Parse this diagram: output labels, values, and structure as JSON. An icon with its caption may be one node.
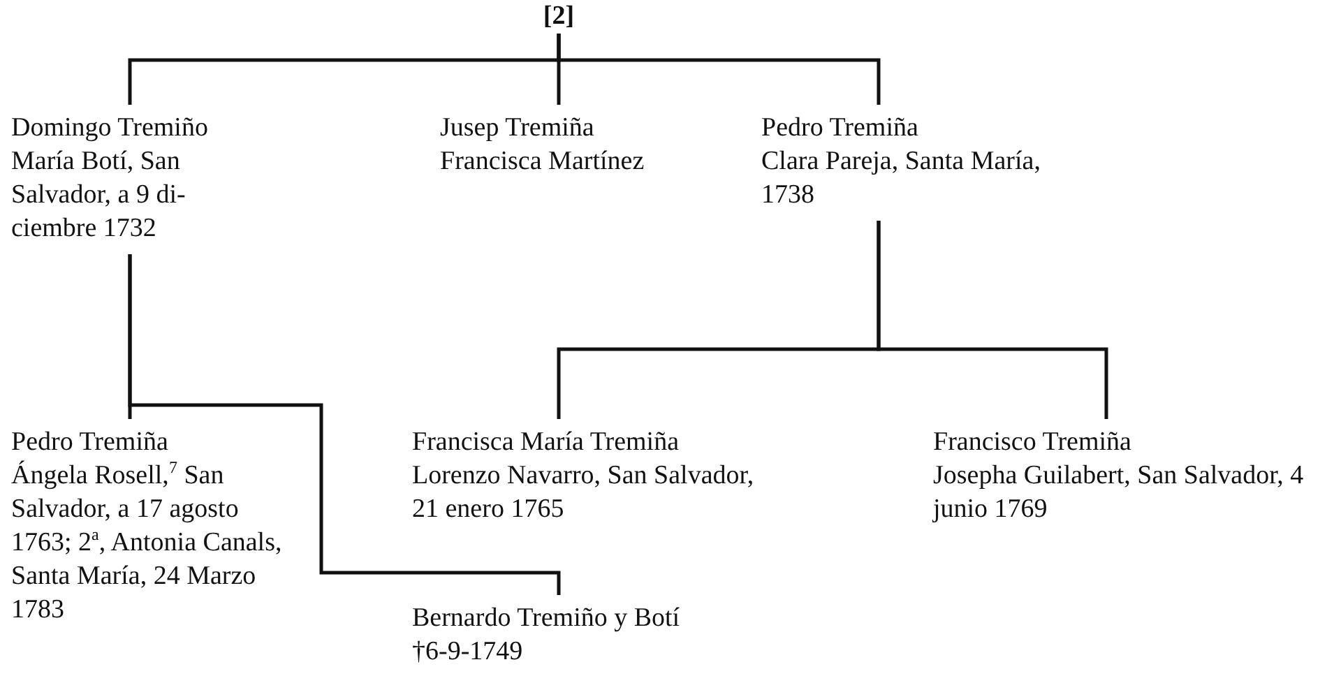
{
  "diagram": {
    "nodes": [
      {
        "text": [
          "[2]"
        ]
      },
      {
        "text": [
          "Domingo Tremiño",
          "María Botí, San Salvador, a 9 di- ciembre 1732"
        ]
      },
      {
        "text": [
          "Jusep Tremiña",
          "Francisca Martínez"
        ]
      },
      {
        "text": [
          "Pedro Tremiña",
          "Clara Pareja, Santa María, 1738"
        ]
      },
      {
        "text": [
          "Pedro Tremiña",
          "Ángela Rosell,$^{7}$ San Salvador, a 17 agosto 1763; 2$^{a}$, Antonia Canals, Santa María, 24 Marzo 1783"
        ]
      },
      {
        "text": [
          "Francisca María Tremiña",
          "Lorenzo Navarro, San Salvador, 21 enero 1765"
        ]
      },
      {
        "text": [
          "Francisco Tremiña",
          "Josepha Guilabert, San Salvador, 4 junio 1769"
        ]
      },
      {
        "text": [
          "Bernardo Tremiño y Botí",
          "†6-9-1749"
        ]
      }
    ],
    "edges": [
      {
        "from": 0,
        "to": 1,
        "arrow": "none"
      },
      {
        "from": 0,
        "to": 2,
        "arrow": "none"
      },
      {
        "from": 0,
        "to": 3,
        "arrow": "none"
      },
      {
        "from": 1,
        "to": 4,
        "arrow": "none"
      },
      {
        "from": 1,
        "to": 7,
        "arrow": "none"
      },
      {
        "from": 3,
        "to": 5,
        "arrow": "none"
      },
      {
        "from": 3,
        "to": 6,
        "arrow": "none"
      }
    ]
  }
}
